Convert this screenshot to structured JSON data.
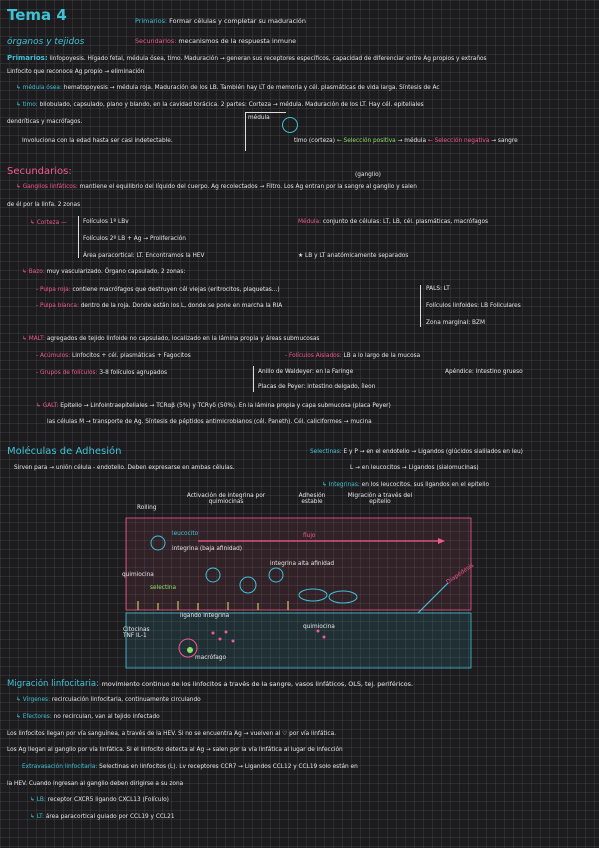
{
  "header": {
    "title": "Tema 4",
    "subtitle": "órganos y tejidos",
    "prim_label": "Primarios:",
    "prim_text": "Formar células y completar su maduración",
    "sec_label": "Secundarios:",
    "sec_text": "mecanismos de la respuesta inmune"
  },
  "primarios": {
    "label": "Primarios:",
    "l1": "linfopoyesis. Hígado fetal, médula ósea, timo. Maduración → generan sus receptores específicos, capacidad de diferenciar entre Ag propios y extraños",
    "l2": "Linfocito que reconoce Ag propio → eliminación",
    "medula_label": "médula ósea:",
    "medula_text": "hematopoyesis → médula roja. Maduración de los LB. También hay LT de memoria y cél. plasmáticas de vida larga. Síntesis de Ac",
    "timo_label": "timo:",
    "timo_l1": "bilobulado, capsulado, plano y blando, en la cavidad torácica. 2 partes: Corteza → médula. Maduración de los LT. Hay cél. epiteliales",
    "timo_l2": "dendríticas y macrófagos.",
    "timo_l3": "Involuciona con la edad hasta ser casi indetectable.",
    "medula_box": "médula",
    "timo_corteza": "timo (corteza)",
    "sel_pos": "← Selección positiva",
    "medula_arrow": "→ médula",
    "sel_neg": "← Selección negativa",
    "sangre": "→ sangre"
  },
  "secundarios": {
    "title": "Secundarios:",
    "ganglio_note": "(ganglio)",
    "gang_label": "Ganglios linfáticos:",
    "gang_l1": "mantiene el equilibrio del líquido del cuerpo. Ag recolectados → Filtro. Los Ag entran por la sangre al ganglio y salen",
    "gang_l2": "de él por la linfa. 2 zonas",
    "corteza_label": "Corteza",
    "corteza_1": "Folículos 1º LBv",
    "corteza_2": "Folículos 2º LB + Ag → Proliferación",
    "corteza_3": "Área paracortical: LT. Encontramos la HEV",
    "medula_label": "Médula:",
    "medula_text": "conjunto de células: LT, LB, cél. plasmáticas, macrófagos",
    "medula_note": "★ LB y LT anatómicamente separados",
    "bazo_label": "Bazo:",
    "bazo_text": "muy vascularizado. Órgano capsulado, 2 zonas:",
    "pulpa_roja_label": "Pulpa roja:",
    "pulpa_roja_text": "contiene macrófagos que destruyen cél viejas (eritrocitos, plaquetas...)",
    "pulpa_blanca_label": "Pulpa blanca:",
    "pulpa_blanca_text": "dentro de la roja. Donde están los L, donde se pone en marcha la RIA",
    "pals": "PALS: LT",
    "foliculos": "Folículos linfoides: LB Foliculares",
    "zona": "Zona marginal: BZM",
    "malt_label": "MALT:",
    "malt_text": "agregados de tejido linfoide no capsulado, localizado en la lámina propia y áreas submucosas",
    "acumulos_label": "Acúmulos:",
    "acumulos_text": "Linfocitos + cél. plasmáticas + Fagocitos",
    "foliculos_aislados_label": "Folículos Aislados:",
    "foliculos_aislados_text": "LB a lo largo de la mucosa",
    "grupos_label": "Grupos de folículos:",
    "grupos_text": "3-8 folículos agrupados",
    "anillo": "Anillo de Waldeyer: en la Faringe",
    "apendice": "Apéndice: intestino grueso",
    "placas": "Placas de Peyer: intestino delgado, íleon",
    "galt_label": "GALT:",
    "galt_l1": "Epitelio → Linfointraepiteliales → TCRαβ (5%) y TCRγδ (50%). En la lámina propia y capa submucosa (placa Peyer)",
    "galt_l2": "las células M → transporte de Ag. Síntesis de péptidos antimicrobianos (cél. Paneth). Cél. caliciformes → mucina"
  },
  "adhesion": {
    "title": "Moléculas de Adhesión",
    "text": "Sirven para → unión célula - endotelio. Deben expresarse en ambas células.",
    "selectinas_label": "Selectinas:",
    "selectinas_l1": "E y P → en el endotelio → Ligandos (glúcidos sialilados en leu)",
    "selectinas_l2": "L → en leucocitos → Ligandos (sialomucinas)",
    "integrinas_label": "Integrinas:",
    "integrinas_text": "en los leucocitos. sus ligandos en el epitelio"
  },
  "diagram": {
    "rolling": "Rolling",
    "activacion": "Activación de integrina por quimiocinas",
    "adhesion_estable": "Adhesión estable",
    "migracion": "Migración a través del epitelio",
    "leucocito": "leucocito",
    "integrina_baja": "integrina (baja afinidad)",
    "integrina_alta": "integrina alta afinidad",
    "quimiocina": "quimiocina",
    "selectina": "selectina",
    "diapedesis": "Diapédesis",
    "ligando": "ligando integrina",
    "citocinas": "Citocinas TNF IL-1",
    "macrofago": "macrófago",
    "quimiocina2": "quimiocina",
    "flujo": "flujo"
  },
  "migracion": {
    "title": "Migración linfocitaria:",
    "title_text": "movimiento continuo de los linfocitos a través de la sangre, vasos linfáticos, OLS, tej. periféricos.",
    "virgenes_label": "Vírgenes:",
    "virgenes_text": "recirculación linfocitaria, continuamente circulando",
    "efectores_label": "Efectores:",
    "efectores_text": "no recirculan, van al tejido infectado",
    "l1": "Los linfocitos llegan por vía sanguínea, a través de la HEV. Si no se encuentra Ag → vuelven al ♡ por vía linfática.",
    "l2": "Los Ag llegan al ganglio por vía linfática. Si el linfocito detecta al Ag → salen por la vía linfática al lugar de infección",
    "extra_label": "Extravasación linfocitaria:",
    "extra_text": "Selectinas en linfocitos (L). Lv receptores CCR7 → Ligandos CCL12 y CCL19 solo están en",
    "l3": "la HEV. Cuando ingresan al ganglio deben dirigirse a su zona",
    "lb_label": "LB:",
    "lb_text": "receptor CXCR5 ligando CXCL13 (Folículo)",
    "lt_label": "LT:",
    "lt_text": "área paracortical guiado por CCL19 y CCL21"
  },
  "colors": {
    "cyan": "#3fc1d6",
    "pink": "#f05a8c",
    "green": "#8fe06a"
  }
}
